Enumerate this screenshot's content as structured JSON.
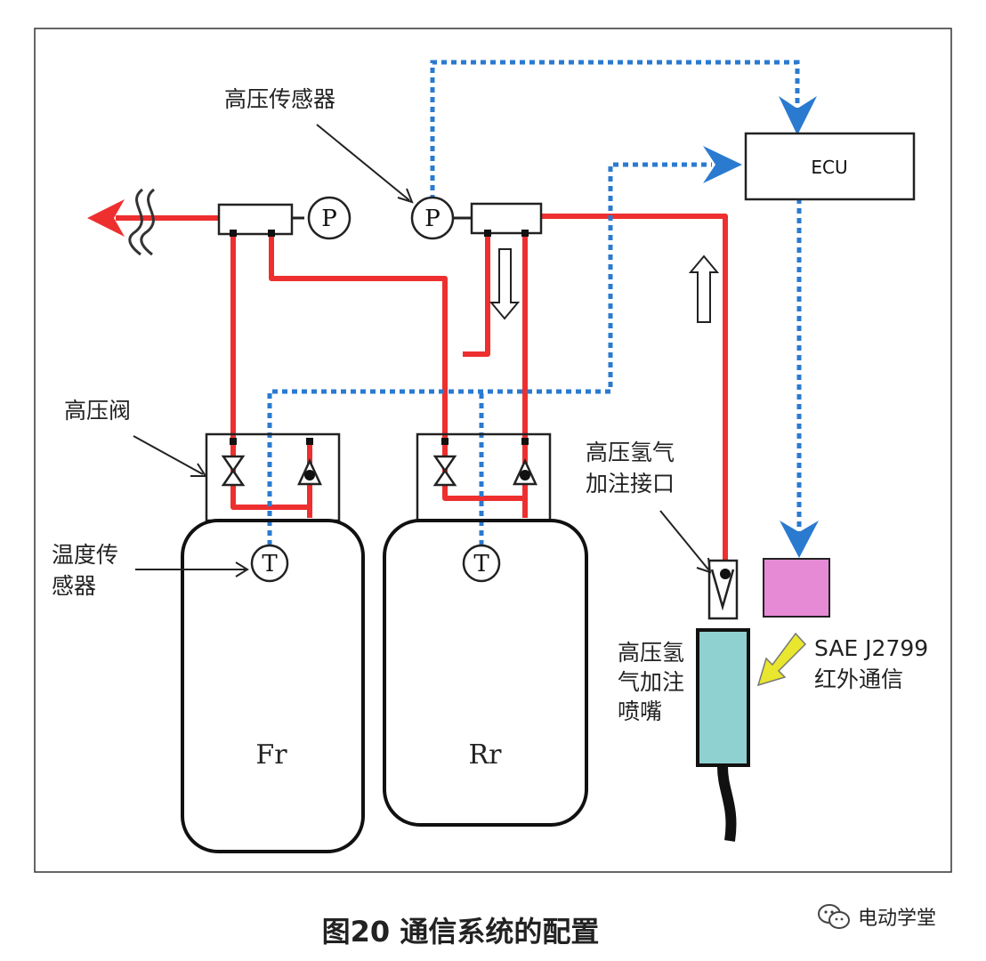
{
  "labels": {
    "pressure_sensor": "高压传感器",
    "ecu": "ECU",
    "gauge_p": "P",
    "gauge_t": "T",
    "high_pressure_valve": "高压阀",
    "temp_sensor_line1": "温度传",
    "temp_sensor_line2": "感器",
    "tank_front": "Fr",
    "tank_rear": "Rr",
    "fill_port_line1": "高压氢气",
    "fill_port_line2": "加注接口",
    "nozzle_line1": "高压氢",
    "nozzle_line2": "气加注",
    "nozzle_line3": "喷嘴",
    "ir_line1": "SAE  J2799",
    "ir_line2": "红外通信"
  },
  "caption": "图20 通信系统的配置",
  "watermark": "电动学堂",
  "colors": {
    "hydrogen_line": "#ee2f2f",
    "signal_line": "#2a7ad0",
    "ir_module": "#e78ad6",
    "nozzle": "#8fd0d0",
    "ir_arrow": "#e8e62e"
  }
}
